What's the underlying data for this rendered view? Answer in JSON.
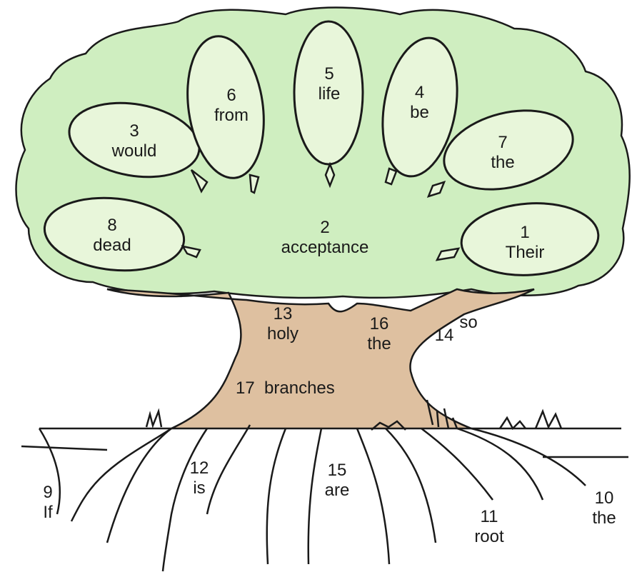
{
  "colors": {
    "canopy": "#cfeec0",
    "leaf": "#e8f6da",
    "trunk": "#dec0a0",
    "ink": "#1a1a1a"
  },
  "icons": [
    "tree-canopy",
    "tree-trunk",
    "roots",
    "leaf"
  ],
  "labels": {
    "leaf1": {
      "num": "1",
      "word": "Their"
    },
    "canopy2": {
      "num": "2",
      "word": "acceptance"
    },
    "leaf3": {
      "num": "3",
      "word": "would"
    },
    "leaf4": {
      "num": "4",
      "word": "be"
    },
    "leaf5": {
      "num": "5",
      "word": "life"
    },
    "leaf6": {
      "num": "6",
      "word": "from"
    },
    "leaf7": {
      "num": "7",
      "word": "the"
    },
    "leaf8": {
      "num": "8",
      "word": "dead"
    },
    "root9": {
      "num": "9",
      "word": "If"
    },
    "root10": {
      "num": "10",
      "word": "the"
    },
    "root11": {
      "num": "11",
      "word": "root"
    },
    "root12": {
      "num": "12",
      "word": "is"
    },
    "trunk13": {
      "num": "13",
      "word": "holy"
    },
    "trunk14": {
      "num": "14",
      "word": "so"
    },
    "root15": {
      "num": "15",
      "word": "are"
    },
    "trunk16": {
      "num": "16",
      "word": "the"
    },
    "trunk17": {
      "num": "17",
      "word": "branches"
    }
  }
}
